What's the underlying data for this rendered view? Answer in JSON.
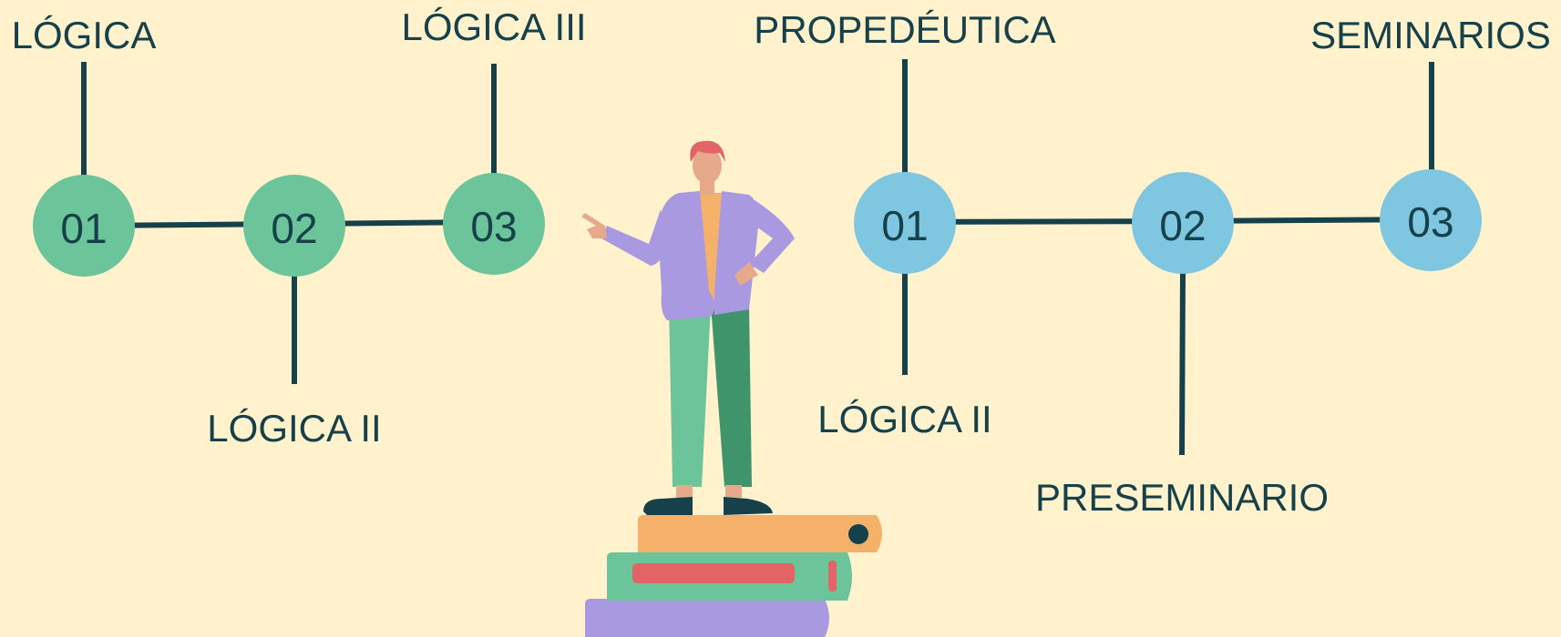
{
  "colors": {
    "background": "#fff2cc",
    "line": "#17414a",
    "text": "#17414a",
    "left_nodes": "#6cc49a",
    "right_nodes": "#7fc6e0"
  },
  "left_timeline": {
    "nodes": [
      {
        "number": "01",
        "label": "LÓGICA",
        "label_side": "top"
      },
      {
        "number": "02",
        "label": "LÓGICA II",
        "label_side": "bottom"
      },
      {
        "number": "03",
        "label": "LÓGICA III",
        "label_side": "top"
      }
    ]
  },
  "right_timeline": {
    "nodes": [
      {
        "number": "01",
        "label": "PROPEDÉUTICA",
        "label_side": "top"
      },
      {
        "number": "01",
        "label": "LÓGICA II",
        "label_side": "bottom"
      },
      {
        "number": "02",
        "label": "PRESEMINARIO",
        "label_side": "bottom"
      },
      {
        "number": "03",
        "label": "SEMINARIOS",
        "label_side": "top"
      }
    ]
  },
  "illustration": {
    "subject": "person-pointing-on-books",
    "book_colors": [
      "#f5b169",
      "#6cc49a",
      "#a999e0"
    ]
  }
}
